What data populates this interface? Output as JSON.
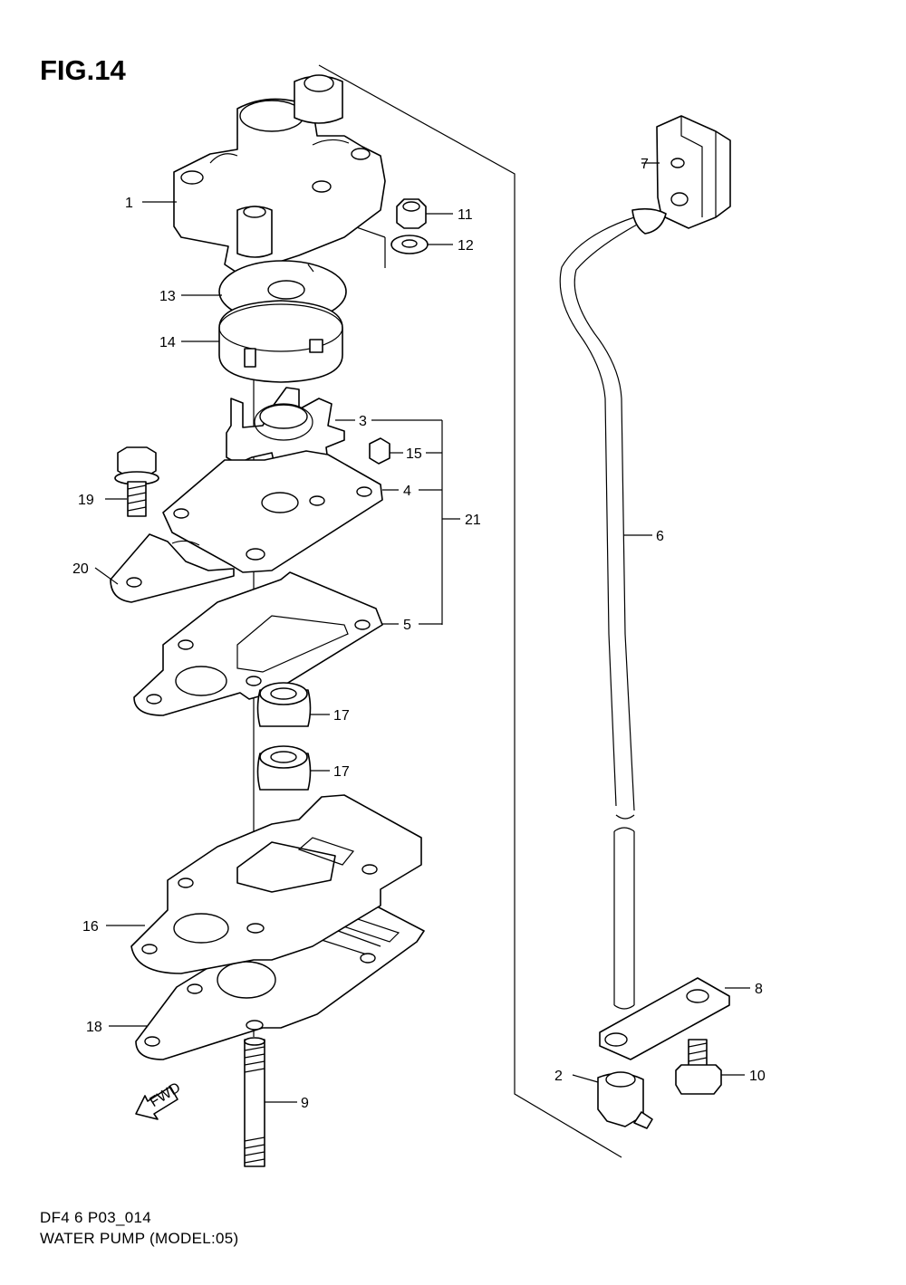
{
  "figure": {
    "title": "FIG.14",
    "code": "DF4 6 P03_014",
    "caption": "WATER PUMP (MODEL:05)"
  },
  "callouts": {
    "p1": "1",
    "p2": "2",
    "p3": "3",
    "p4": "4",
    "p5": "5",
    "p6": "6",
    "p7": "7",
    "p8": "8",
    "p9": "9",
    "p10": "10",
    "p11": "11",
    "p12": "12",
    "p13": "13",
    "p14": "14",
    "p15": "15",
    "p16": "16",
    "p17a": "17",
    "p17b": "17",
    "p18": "18",
    "p19": "19",
    "p20": "20",
    "p21": "21"
  },
  "fwd_label": "FWD",
  "icons": {
    "direction": "fwd-arrow-icon"
  }
}
